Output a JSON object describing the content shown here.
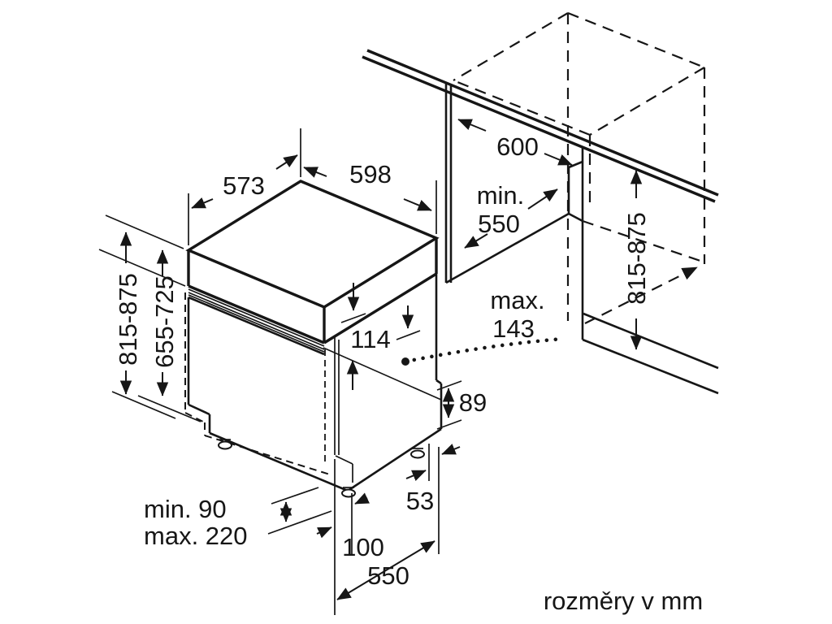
{
  "diagram": {
    "title_note": "rozměry v mm",
    "colors": {
      "line": "#161616",
      "background": "#ffffff"
    },
    "dims": {
      "top_depth": "573",
      "top_width": "598",
      "niche_width": "600",
      "niche_depth_l1": "min.",
      "niche_depth_l2": "550",
      "appliance_height": "815-875",
      "door_panel_height": "655-725",
      "niche_height": "815-875",
      "fascia_height": "114",
      "door_protrusion_l1": "max.",
      "door_protrusion_l2": "143",
      "rear_step_height": "89",
      "plinth_min": "min. 90",
      "plinth_max": "max. 220",
      "foot_front_offset": "100",
      "foot_rear_offset": "53",
      "footprint_depth": "550"
    }
  }
}
